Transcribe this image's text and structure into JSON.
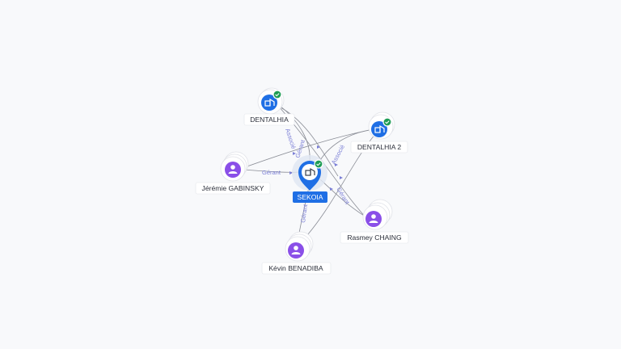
{
  "graph": {
    "center": {
      "label": "SEKOIA",
      "icon": "building-icon",
      "verified": true,
      "color": "#1f6fe5"
    },
    "nodes": [
      {
        "id": "dentalhia",
        "label": "DENTALHIA",
        "kind": "company",
        "icon": "building-icon",
        "verified": true
      },
      {
        "id": "dentalhia2",
        "label": "DENTALHIA 2",
        "kind": "company",
        "icon": "building-icon",
        "verified": true
      },
      {
        "id": "gabinsky",
        "label": "Jérémie GABINSKY",
        "kind": "person",
        "icon": "person-icon",
        "verified": false
      },
      {
        "id": "chaing",
        "label": "Rasmey CHAING",
        "kind": "person",
        "icon": "person-icon",
        "verified": false
      },
      {
        "id": "benadiba",
        "label": "Kévin BENADIBA",
        "kind": "person",
        "icon": "person-icon",
        "verified": false
      }
    ],
    "edge_labels": {
      "associe_dentalhia": "Associé",
      "gerant_dentalhia_center": "Gérant",
      "associe_dentalhia2": "Associé",
      "gerant_gabinsky": "Gérant",
      "gerant_benadiba": "Gérant",
      "gerant_chaing": "Gérant"
    },
    "colors": {
      "person": "#8a4fe8",
      "company": "#1f6fe5",
      "verified": "#1f9d55",
      "edge_label": "#7b7fd6"
    }
  }
}
